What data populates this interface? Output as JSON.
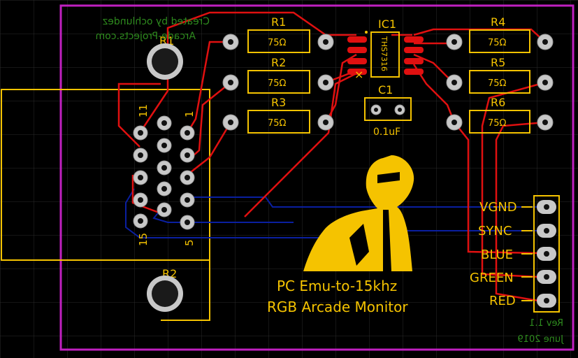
{
  "board": {
    "title_line1": "PC Emu-to-15khz",
    "title_line2": "RGB Arcade Monitor",
    "credit_line1": "Created by ochlundez",
    "credit_line2": "Arcade-Projects.com",
    "revision": "Rev 1.1",
    "date": "June 2019"
  },
  "colors": {
    "background": "#000000",
    "grid": "#2a2a2a",
    "board_edge": "#c020c0",
    "silkscreen": "#f5c300",
    "top_copper": "#e01010",
    "bottom_copper": "#0a1fa0",
    "pad": "#c8c8c8"
  },
  "components": {
    "mount_holes": [
      {
        "ref": "R1"
      },
      {
        "ref": "R2"
      }
    ],
    "resistors": [
      {
        "ref": "R1",
        "value": "75Ω"
      },
      {
        "ref": "R2",
        "value": "75Ω"
      },
      {
        "ref": "R3",
        "value": "75Ω"
      },
      {
        "ref": "R4",
        "value": "75Ω"
      },
      {
        "ref": "R5",
        "value": "75Ω"
      },
      {
        "ref": "R6",
        "value": "75Ω"
      }
    ],
    "ic": {
      "ref": "IC1",
      "part": "THS7316"
    },
    "capacitor": {
      "ref": "C1",
      "value": "0.1uF"
    },
    "vga_connector": {
      "pin_labels": [
        "11",
        "1",
        "15",
        "5"
      ]
    },
    "output_header": {
      "pins": [
        "VGND",
        "SYNC",
        "BLUE",
        "GREEN",
        "RED"
      ]
    }
  }
}
